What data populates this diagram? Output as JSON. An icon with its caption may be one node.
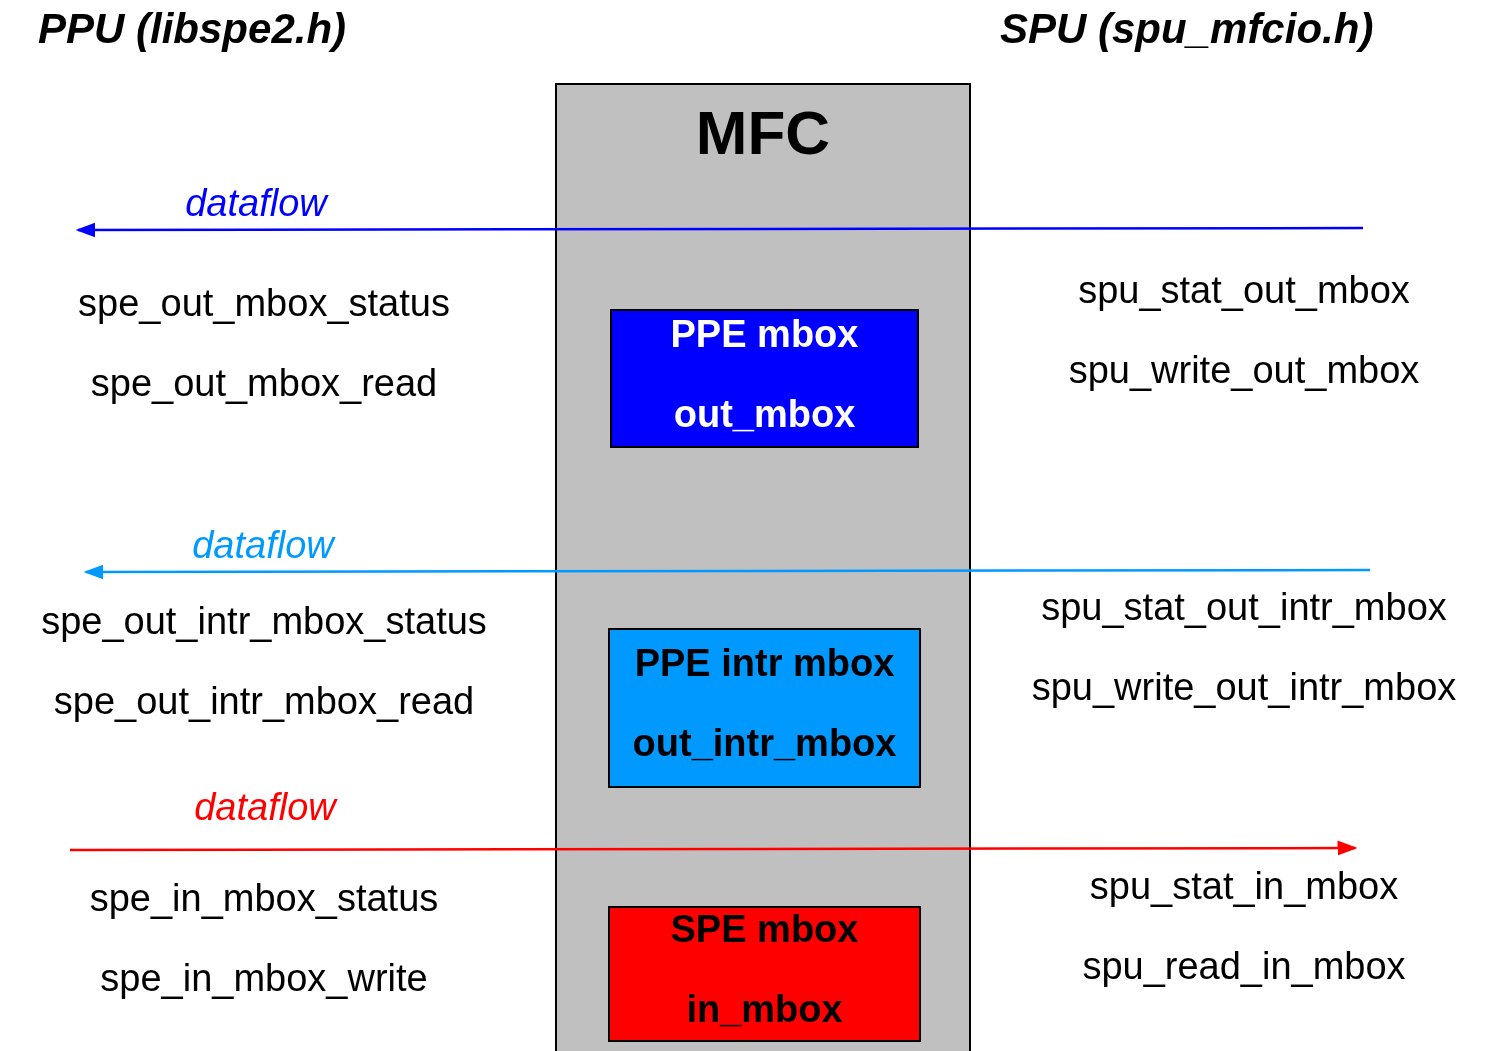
{
  "diagram": {
    "nodes": [
      {
        "text": [
          "MFC"
        ]
      },
      {
        "text": [
          "PPE mbox",
          "out_mbox"
        ],
        "in": 0
      },
      {
        "text": [
          "PPE intr mbox",
          "out_intr_mbox"
        ],
        "in": 0
      },
      {
        "text": [
          "SPE mbox",
          "in_mbox"
        ],
        "in": 0
      }
    ],
    "labels": [
      "PPU (libspe2.h)",
      "SPU (spu_mfcio.h)",
      "dataflow",
      "spe_out_mbox_status",
      "spe_out_mbox_read",
      "spu_stat_out_mbox",
      "spu_write_out_mbox",
      "dataflow",
      "spe_out_intr_mbox_status",
      "spe_out_intr_mbox_read",
      "spu_stat_out_intr_mbox",
      "spu_write_out_intr_mbox",
      "dataflow",
      "spe_in_mbox_status",
      "spe_in_mbox_write",
      "spu_stat_in_mbox",
      "spu_read_in_mbox"
    ]
  }
}
